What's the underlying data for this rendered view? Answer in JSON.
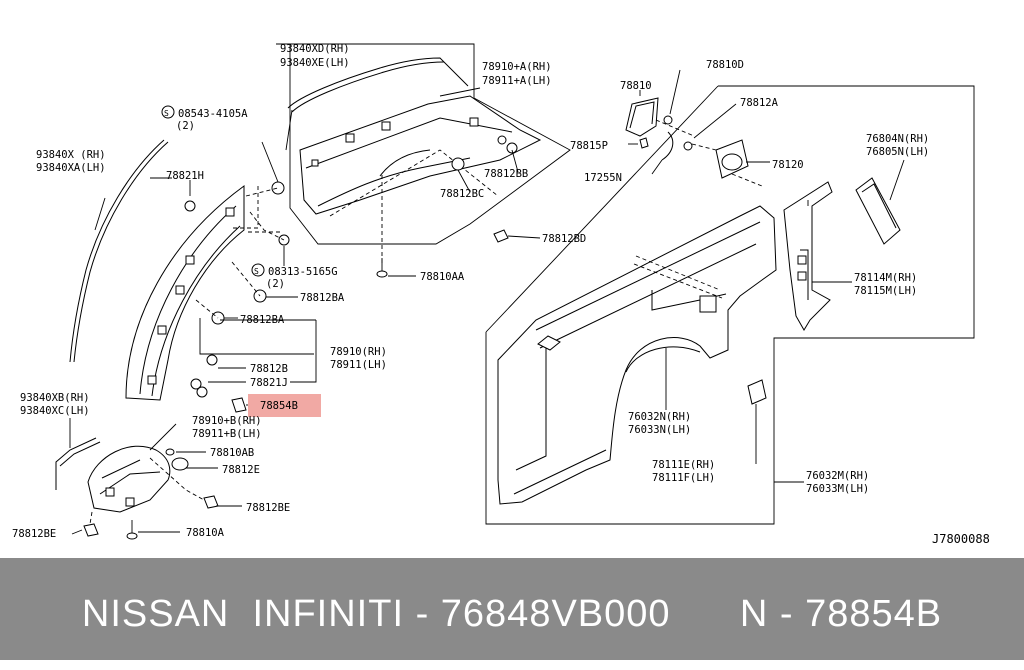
{
  "diagram": {
    "reference_code": "J7800088",
    "highlighted_part": "78854B",
    "labels": {
      "l_93840xd": "93840XD(RH)",
      "l_93840xe": "93840XE(LH)",
      "l_78910a": "78910+A(RH)",
      "l_78911a": "78911+A(LH)",
      "l_08543": "08543-4105A",
      "l_08543q": "(2)",
      "l_93840x": "93840X  (RH)",
      "l_93840xa": "93840XA(LH)",
      "l_78821h": "78821H",
      "l_78812bb": "78812BB",
      "l_78812bc": "78812BC",
      "l_78812bd": "78812BD",
      "l_08313": "08313-5165G",
      "l_08313q": "(2)",
      "l_78810aa": "78810AA",
      "l_78812ba1": "78812BA",
      "l_78812ba2": "78812BA",
      "l_78910": "78910(RH)",
      "l_78911": "78911(LH)",
      "l_78812b": "78812B",
      "l_78821j": "78821J",
      "l_78854b": "78854B",
      "l_93840xb": "93840XB(RH)",
      "l_93840xc": "93840XC(LH)",
      "l_78910b": "78910+B(RH)",
      "l_78911b": "78911+B(LH)",
      "l_78810ab": "78810AB",
      "l_78812e": "78812E",
      "l_78812be1": "78812BE",
      "l_78812be2": "78812BE",
      "l_78810a": "78810A",
      "l_78810": "78810",
      "l_78810d": "78810D",
      "l_78812a": "78812A",
      "l_78815p": "78815P",
      "l_17255n": "17255N",
      "l_78120": "78120",
      "l_76804n": "76804N(RH)",
      "l_76805n": "76805N(LH)",
      "l_78114m": "78114M(RH)",
      "l_78115m": "78115M(LH)",
      "l_76032n": "76032N(RH)",
      "l_76033n": "76033N(LH)",
      "l_78111e": "78111E(RH)",
      "l_78111f": "78111F(LH)",
      "l_76032m": "76032M(RH)",
      "l_76033m": "76033M(LH)"
    }
  },
  "footer": {
    "text": "NISSAN  INFINITI - 76848VB000      N - 78854B"
  },
  "colors": {
    "footer_bg": "#8a8a8a",
    "highlight": "#f1a9a4",
    "line": "#000000"
  }
}
